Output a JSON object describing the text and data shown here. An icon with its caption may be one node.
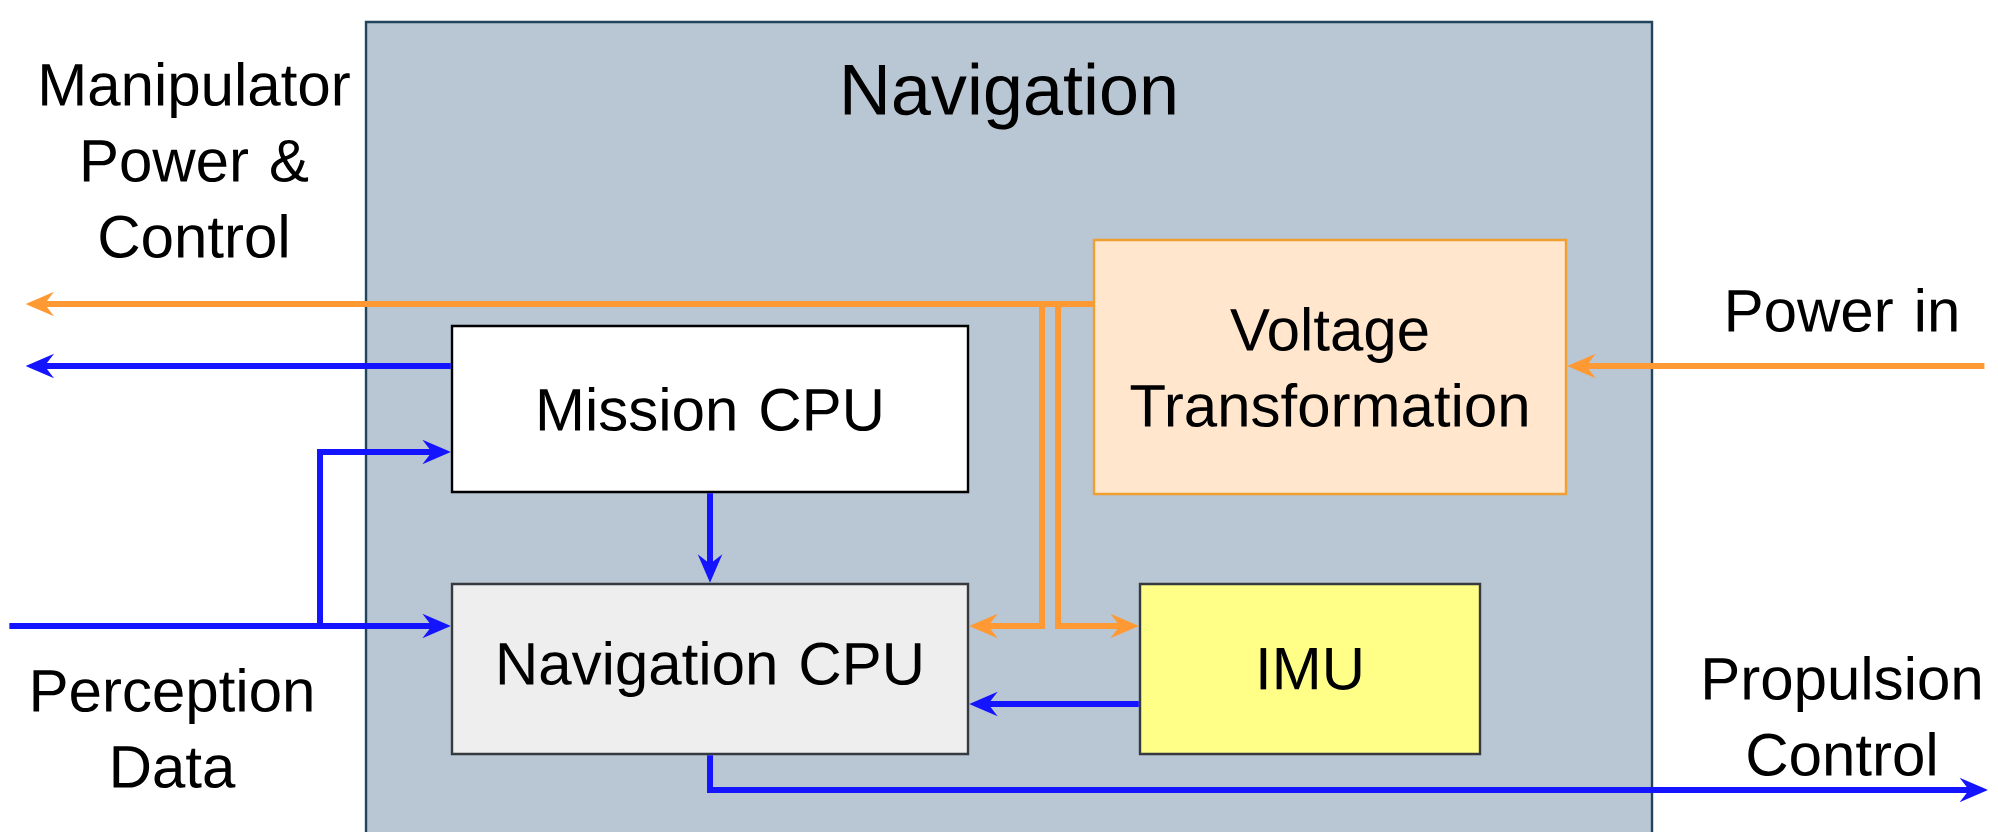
{
  "diagram": {
    "nodes": [
      {
        "text": [
          "Navigation"
        ]
      },
      {
        "text": [
          "Mission CPU"
        ],
        "in": 0
      },
      {
        "text": [
          "Voltage Transformation"
        ],
        "in": 0
      },
      {
        "text": [
          "Navigation CPU"
        ],
        "in": 0
      },
      {
        "text": [
          "IMU"
        ],
        "in": 0
      },
      {
        "text": [
          "Manipulator Power & Control"
        ]
      },
      {
        "text": [
          "Power in"
        ]
      },
      {
        "text": [
          "Perception Data"
        ]
      },
      {
        "text": [
          "Propulsion Control"
        ]
      }
    ],
    "edges": [
      {
        "from": 2,
        "to": 5,
        "arrow": "to",
        "color": "#ff9933"
      },
      {
        "from": 1,
        "to": 5,
        "arrow": "to"
      },
      {
        "from": 6,
        "to": 2,
        "arrow": "to",
        "color": "#ff9933"
      },
      {
        "from": 7,
        "to": 3,
        "arrow": "to"
      },
      {
        "from": 7,
        "to": 1,
        "arrow": "to"
      },
      {
        "from": 1,
        "to": 3,
        "arrow": "to"
      },
      {
        "from": 2,
        "to": 3,
        "arrow": "to",
        "color": "#ff9933"
      },
      {
        "from": 2,
        "to": 4,
        "arrow": "to",
        "color": "#ff9933"
      },
      {
        "from": 4,
        "to": 3,
        "arrow": "to"
      },
      {
        "from": 3,
        "to": 8,
        "arrow": "to"
      }
    ]
  }
}
